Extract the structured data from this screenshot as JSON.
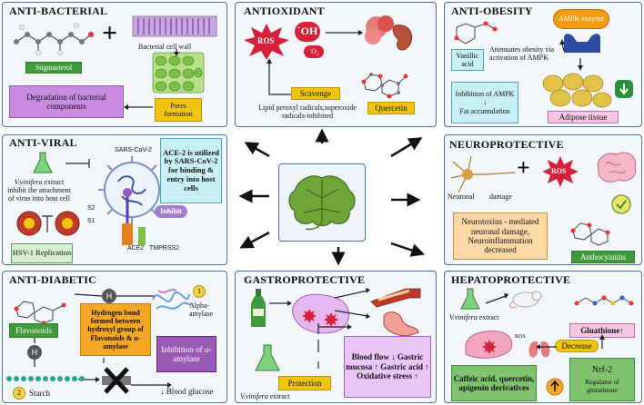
{
  "panels": {
    "antibacterial": {
      "title": "ANTI-BACTERIAL",
      "stigmasterol": "Stigmasterol",
      "cell_wall": "Bacterial cell wall",
      "pores": "Pores formation",
      "degradation": "Degradation of bacterial components"
    },
    "antioxidant": {
      "title": "ANTIOXIDANT",
      "ros": "ROS",
      "oh": "˙OH",
      "o2": "˙O₂",
      "scavenge": "Scavenge",
      "lipid": "Lipid peroxyl radicals,superoxide radicals-inhibited",
      "quercetin": "Quercetin"
    },
    "antiobesity": {
      "title": "ANTI-OBESITY",
      "ampk": "AMPK enzyme",
      "vanillic": "Vanillic acid",
      "attenuates": "Attenuates obesity via activation of AMPK",
      "inhibition": "Inhibition of AMPK",
      "arrow": "↓",
      "fat": "Fat accumulation",
      "adipose": "Adipose tissue"
    },
    "antiviral": {
      "title": "ANTI-VIRAL",
      "sars": "SARS-CoV-2",
      "ace2_box": "ACE-2 is utilized by SARS-CoV-2 for binding & entry into host cells",
      "vv_italic": "V.vinifera",
      "vv_text": " extract inhibit the attachment of virus into host cell",
      "inhibit": "Inhibit",
      "s2": "S2",
      "s1": "S1",
      "ace2": "ACE2",
      "tmprss2": "TMPRSS2",
      "hsv": "HSV-1 Replication"
    },
    "neuroprotective": {
      "title": "NEUROPROTECTIVE",
      "neuronal": "Neuronal",
      "damage": "damage",
      "ros": "ROS",
      "neurotoxins": "Neurotoxins - mediated neuronal damage, Neuroinflammation decreased",
      "anthocyanins": "Anthocyanins"
    },
    "antidiabetic": {
      "title": "ANTI-DIABETIC",
      "h_top": "H",
      "h_mid": "H",
      "num1": "1",
      "num2": "2",
      "alpha": "Alpha-amylase",
      "hydrogen": "Hydrogen bond formed between hydroxyl group of Flavonoids & α-amylase",
      "flavonoids": "Flavonoids",
      "inhibition": "Inhibition of α-amylase",
      "starch": "Starch",
      "glucose": "↓ Blood glucose"
    },
    "gastroprotective": {
      "title": "GASTROPROTECTIVE",
      "effects": "Blood flow ↓ Gastric mucosa ↑ Gastric acid ↑ Oxidative stress ↑",
      "protection": "Protection",
      "vv_italic": "V.vinifera",
      "vv_text": " extract"
    },
    "hepatoprotective": {
      "title": "HEPATOPROTECTIVE",
      "vv_italic": "V.vinifera",
      "vv_text": " extract",
      "ros": "ROS",
      "decrease": "Decrease",
      "glutathione": "Gluathione↑",
      "caffeic": "Caffeic acid, quercetin, apigenin derivatives",
      "nrf2": "Nrf-2",
      "regulator": "Regulator of glutathione"
    }
  },
  "colors": {
    "panel_border": "#4d6fa8",
    "panel_bg": "#f3f7fc",
    "green_box": "#3f9a3c",
    "yellow_box": "#f1c40f",
    "ros_red": "#d6213a"
  },
  "icons": [
    "grape-leaf-icon",
    "ros-burst-icon",
    "molecule-icon",
    "virus-icon",
    "brain-icon",
    "neuron-icon",
    "flask-icon",
    "bottle-icon",
    "stomach-icon",
    "liver-icon",
    "mouse-icon",
    "kidney-icon",
    "blood-vessel-icon",
    "fat-cells-icon",
    "check-circle-icon"
  ]
}
